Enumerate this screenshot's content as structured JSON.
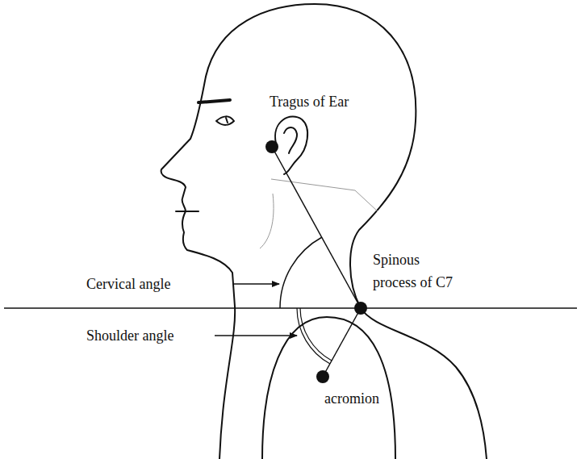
{
  "diagram": {
    "labels": [
      "Tragus of Ear",
      "Cervical angle",
      "Spinous process of C7",
      "Shoulder angle",
      "acromion"
    ]
  }
}
